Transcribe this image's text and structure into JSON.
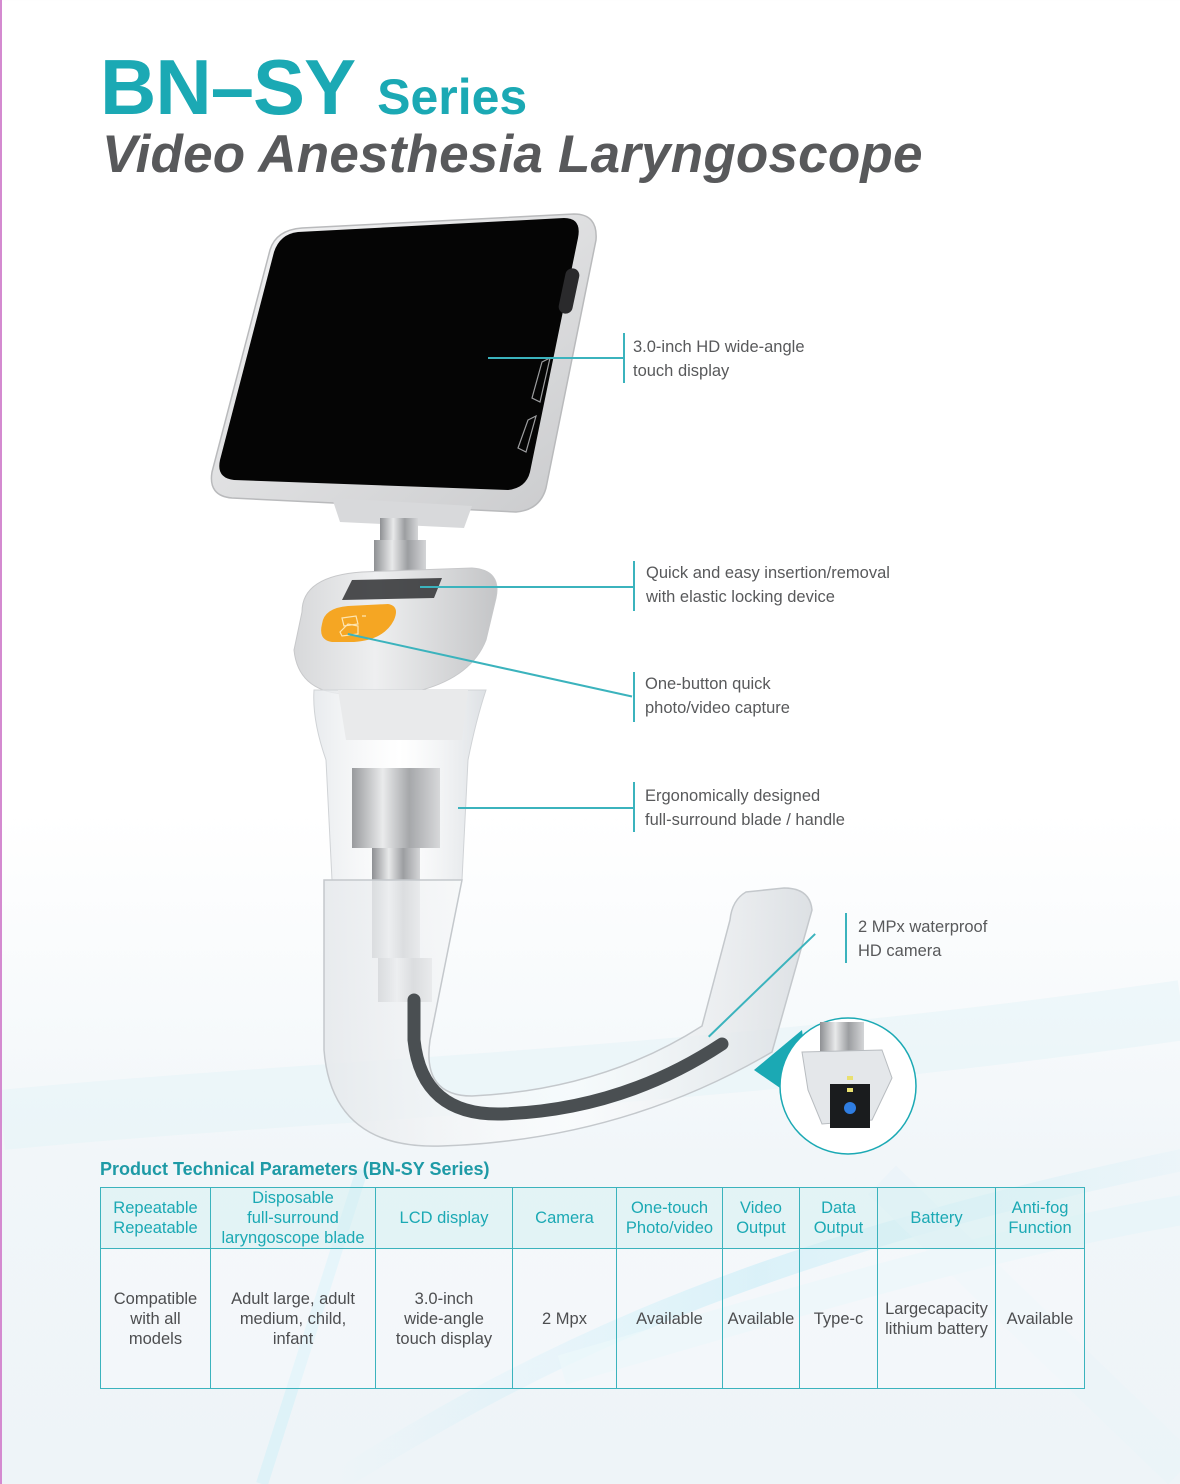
{
  "header": {
    "model": "BN–SY",
    "series_label": "Series",
    "product_name": "Video Anesthesia Laryngoscope"
  },
  "colors": {
    "brand_teal": "#1ba9b4",
    "title_gray": "#58595b",
    "line_teal": "#3bb3bd",
    "button_orange": "#f5a623"
  },
  "callouts": [
    {
      "line1": "3.0-inch HD wide-angle",
      "line2": "touch display"
    },
    {
      "line1": "Quick and easy insertion/removal",
      "line2": "with elastic locking device"
    },
    {
      "line1": "One-button quick",
      "line2": "photo/video capture"
    },
    {
      "line1": "Ergonomically designed",
      "line2": "full-surround blade / handle"
    },
    {
      "line1": "2 MPx waterproof",
      "line2": "HD camera"
    }
  ],
  "params": {
    "title": "Product Technical Parameters (BN-SY Series)",
    "headers": [
      [
        "Repeatable",
        "Repeatable"
      ],
      [
        "Disposable",
        "full-surround",
        "laryngoscope blade"
      ],
      [
        "LCD display"
      ],
      [
        "Camera"
      ],
      [
        "One-touch",
        "Photo/video"
      ],
      [
        "Video",
        "Output"
      ],
      [
        "Data",
        "Output"
      ],
      [
        "Battery"
      ],
      [
        "Anti-fog",
        "Function"
      ]
    ],
    "values": [
      [
        "Compatible",
        "with all",
        "models"
      ],
      [
        "Adult large, adult",
        "medium, child,",
        "infant"
      ],
      [
        "3.0-inch",
        "wide-angle",
        "touch display"
      ],
      [
        "2 Mpx"
      ],
      [
        "Available"
      ],
      [
        "Available"
      ],
      [
        "Type-c"
      ],
      [
        "Largecapacity",
        "lithium battery"
      ],
      [
        "Available"
      ]
    ]
  }
}
